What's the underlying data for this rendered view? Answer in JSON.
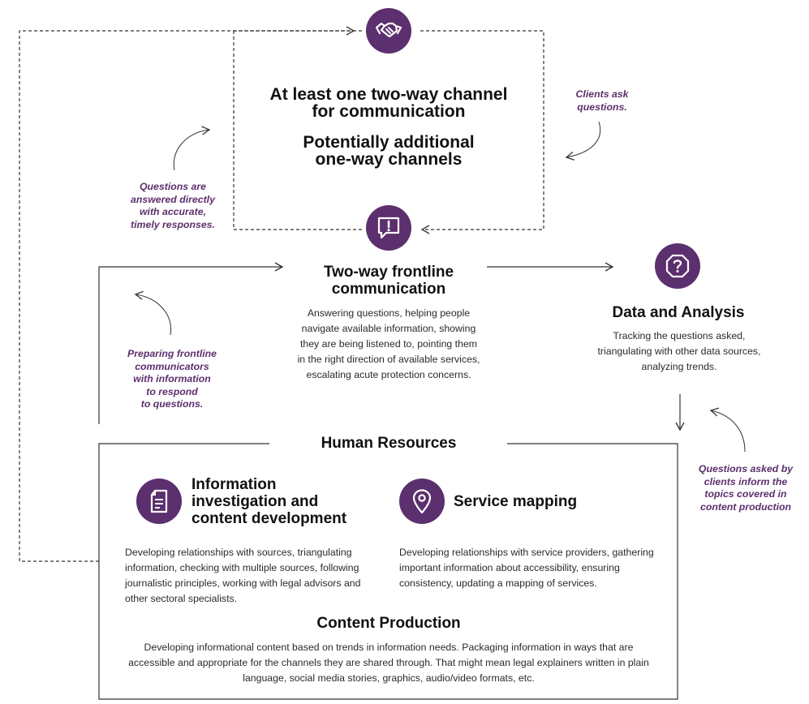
{
  "top_box": {
    "title_line1": "At least one two-way channel\nfor communication",
    "title_line2": "Potentially additional\none-way channels"
  },
  "frontline": {
    "title": "Two-way frontline\ncommunication",
    "description": "Answering questions, helping people navigate available information, showing they are being listened to, pointing them in the right direction of available services, escalating acute protection concerns."
  },
  "data_analysis": {
    "title": "Data and Analysis",
    "description": "Tracking the questions asked, triangulating with other data sources, analyzing trends."
  },
  "human_resources": {
    "title": "Human Resources",
    "info_investigation": {
      "title": "Information\ninvestigation and\ncontent development",
      "description": "Developing relationships with sources, triangulating information, checking with multiple sources, following journalistic principles, working with legal advisors and other sectoral specialists."
    },
    "service_mapping": {
      "title": "Service mapping",
      "description": "Developing relationships with service providers, gathering important information about accessibility, ensuring consistency, updating a mapping of services."
    },
    "content_production": {
      "title": "Content Production",
      "description": "Developing informational content based on trends in information needs. Packaging information in ways that are accessible and appropriate for the channels they are shared through. That might mean legal explainers written in plain language, social media stories, graphics, audio/video formats, etc."
    }
  },
  "annotations": {
    "clients_ask": "Clients ask\nquestions.",
    "questions_answered": "Questions are\nanswered directly\nwith accurate,\ntimely responses.",
    "preparing_frontline": "Preparing frontline\ncommunicators\nwith information\nto respond\nto questions.",
    "questions_inform": "Questions asked by\nclients inform the\ntopics covered in\ncontent production"
  },
  "icons": [
    "handshake-icon",
    "speech-bubble-exclamation-icon",
    "question-octagon-icon",
    "document-icon",
    "location-pin-icon"
  ],
  "colors": {
    "accent": "#5c2f6e",
    "text": "#111111",
    "line": "#333333"
  }
}
